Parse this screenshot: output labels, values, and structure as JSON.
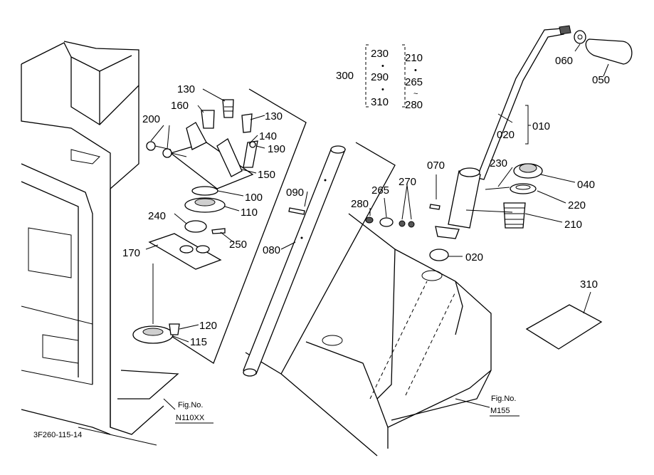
{
  "callouts": {
    "p010": "010",
    "p020_upper": "020",
    "p020_lower": "020",
    "p040": "040",
    "p050": "050",
    "p060": "060",
    "p070": "070",
    "p080": "080",
    "p090": "090",
    "p100": "100",
    "p110": "110",
    "p115": "115",
    "p120": "120",
    "p130_left": "130",
    "p130_right": "130",
    "p140": "140",
    "p150": "150",
    "p160": "160",
    "p170": "170",
    "p190": "190",
    "p200": "200",
    "p210": "210",
    "p220": "220",
    "p230": "230",
    "p240": "240",
    "p250": "250",
    "p265": "265",
    "p270": "270",
    "p280": "280",
    "p310": "310"
  },
  "kit": {
    "number": "300",
    "col1": [
      "230",
      "290",
      "310"
    ],
    "col2": [
      "210",
      "265",
      "280"
    ],
    "dot": "•",
    "tilde": "~"
  },
  "references": {
    "left": {
      "label": "Fig.No.",
      "number": "N110XX"
    },
    "right": {
      "label": "Fig.No.",
      "number": "M155"
    }
  },
  "drawing_id": "3F260-115-14"
}
